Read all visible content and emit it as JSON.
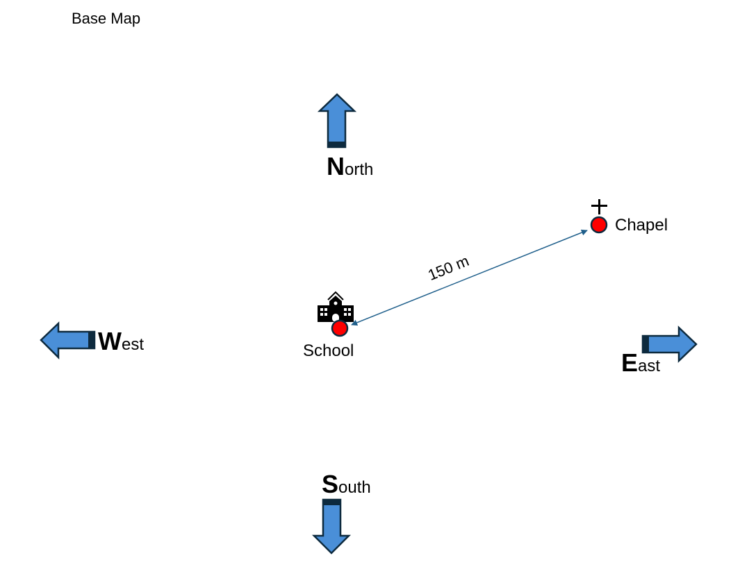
{
  "title": "Base Map",
  "colors": {
    "arrow_fill": "#4a8fd8",
    "arrow_stroke": "#0d2a3e",
    "marker_fill": "#ff0000",
    "marker_stroke": "#0d2a3e",
    "measure_line": "#1f5f8b"
  },
  "directions": {
    "north": {
      "initial": "N",
      "rest": "orth",
      "icon": "arrow-up"
    },
    "south": {
      "initial": "S",
      "rest": "outh",
      "icon": "arrow-down"
    },
    "east": {
      "initial": "E",
      "rest": "ast",
      "icon": "arrow-right"
    },
    "west": {
      "initial": "W",
      "rest": "est",
      "icon": "arrow-left"
    }
  },
  "places": [
    {
      "name": "School",
      "icon": "school-building-icon"
    },
    {
      "name": "Chapel",
      "icon": "cross-icon"
    }
  ],
  "measurement": {
    "label": "150 m",
    "from": "School",
    "to": "Chapel"
  }
}
